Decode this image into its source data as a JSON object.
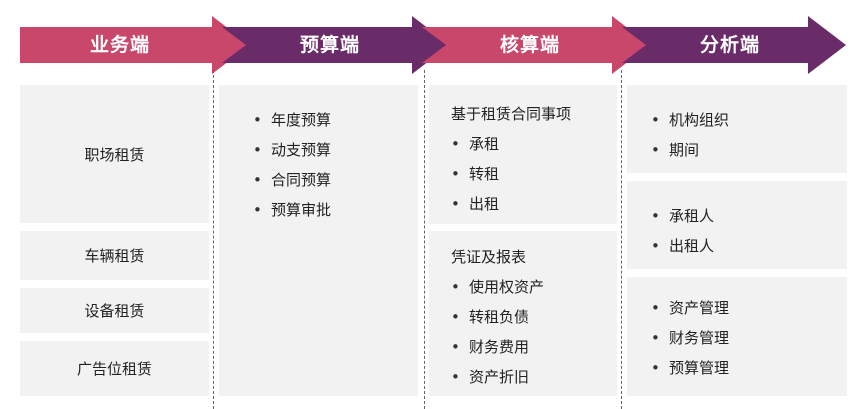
{
  "colors": {
    "stage1": "#c8476a",
    "stage2": "#6a2c68",
    "stage3": "#c8476a",
    "stage4": "#6a2c68",
    "box_bg": "#f2f2f2"
  },
  "stages": [
    {
      "label": "业务端"
    },
    {
      "label": "预算端"
    },
    {
      "label": "核算端"
    },
    {
      "label": "分析端"
    }
  ],
  "business": {
    "items": [
      "职场租赁",
      "车辆租赁",
      "设备租赁",
      "广告位租赁"
    ]
  },
  "budget": {
    "items": [
      "年度预算",
      "动支预算",
      "合同预算",
      "预算审批"
    ]
  },
  "accounting": {
    "group1": {
      "title": "基于租赁合同事项",
      "items": [
        "承租",
        "转租",
        "出租"
      ]
    },
    "group2": {
      "title": "凭证及报表",
      "items": [
        "使用权资产",
        "转租负债",
        "财务费用",
        "资产折旧"
      ]
    }
  },
  "analysis": {
    "group1": {
      "items": [
        "机构组织",
        "期间"
      ]
    },
    "group2": {
      "items": [
        "承租人",
        "出租人"
      ]
    },
    "group3": {
      "items": [
        "资产管理",
        "财务管理",
        "预算管理"
      ]
    }
  }
}
